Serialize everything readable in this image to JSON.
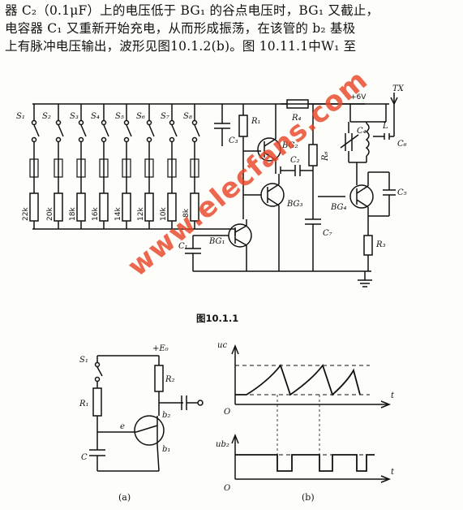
{
  "text": {
    "lines": [
      "器 C₂（0.1μF）上的电压低于 BG₁ 的谷点电压时，BG₁ 又截止，",
      "电容器 C₁ 又重新开始充电，从而形成振荡，在该管的 b₂ 基极",
      "上有脉冲电压输出，波形见图10.1.2(b)。图 10.11.1中W₁ 至"
    ]
  },
  "figure1": {
    "caption": "图10.1.1",
    "switches": [
      "S₁",
      "S₂",
      "S₃",
      "S₄",
      "S₅",
      "S₆",
      "S₇",
      "S₈"
    ],
    "resistors": [
      "22k",
      "20k",
      "18k",
      "16k",
      "14k",
      "12k",
      "10k",
      "8k"
    ],
    "labels": {
      "r1": "R₁",
      "r4": "R₄",
      "r6": "R₆",
      "r3": "R₃",
      "c3": "C₃",
      "c2": "C₂",
      "c1": "C₁",
      "c4": "C₄",
      "c5": "C₅",
      "c6": "C₆",
      "c7": "C₇",
      "l": "L",
      "bg1": "BG₁",
      "bg2": "BG₂",
      "bg3": "BG₃",
      "bg4": "BG₄",
      "supply": "+6V",
      "tx": "TX"
    }
  },
  "figure2a": {
    "caption": "(a)",
    "labels": {
      "s1": "S₁",
      "r1": "R₁",
      "r2": "R₂",
      "c": "C",
      "e": "e",
      "b1": "b₁",
      "b2": "b₂",
      "supply": "+E₀"
    }
  },
  "figure2b": {
    "caption": "(b)",
    "labels": {
      "uc": "uc",
      "ub2": "ub₂",
      "o_top": "O",
      "o_bottom": "O",
      "t_top": "t",
      "t_bottom": "t"
    }
  },
  "watermark": "www.elecfans.com"
}
